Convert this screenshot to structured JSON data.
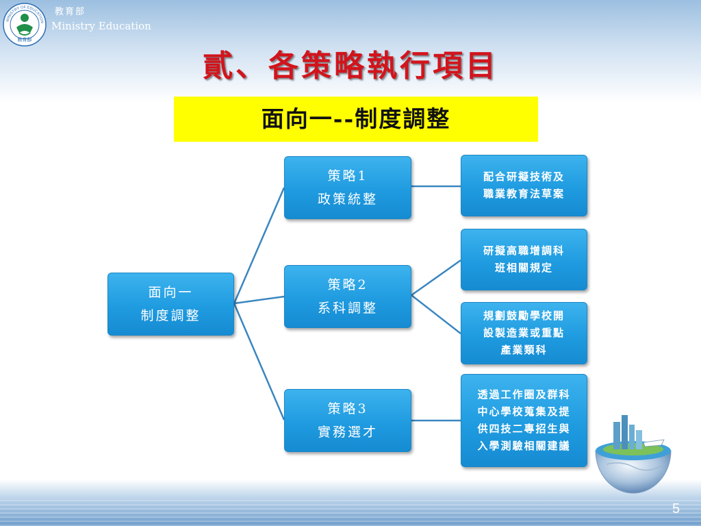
{
  "header": {
    "org_name_cn": "教育部",
    "org_name_en": "Ministry Education",
    "logo_text_en": "MINISTRY OF EDUCATION",
    "logo_text_cn": "教育部"
  },
  "title": "貳、各策略執行項目",
  "subtitle": "面向一--制度調整",
  "diagram": {
    "root": {
      "line1": "面向一",
      "line2": "制度調整"
    },
    "strategies": [
      {
        "line1": "策略1",
        "line2": "政策統整"
      },
      {
        "line1": "策略2",
        "line2": "系科調整"
      },
      {
        "line1": "策略3",
        "line2": "實務選才"
      }
    ],
    "items": [
      {
        "lines": [
          "配合研擬技術及",
          "職業教育法草案"
        ]
      },
      {
        "lines": [
          "研擬高職增調科",
          "班相關規定"
        ]
      },
      {
        "lines": [
          "規劃鼓勵學校開",
          "設製造業或重點",
          "產業類科"
        ]
      },
      {
        "lines": [
          "透過工作圈及群科",
          "中心學校蒐集及提",
          "供四技二專招生與",
          "入學測驗相關建議"
        ]
      }
    ],
    "colors": {
      "box": "#1f9be0",
      "connector": "#3a86c0"
    }
  },
  "page_number": "5",
  "colors": {
    "title": "#d2141c",
    "subtitle_bg": "#ffff00"
  }
}
